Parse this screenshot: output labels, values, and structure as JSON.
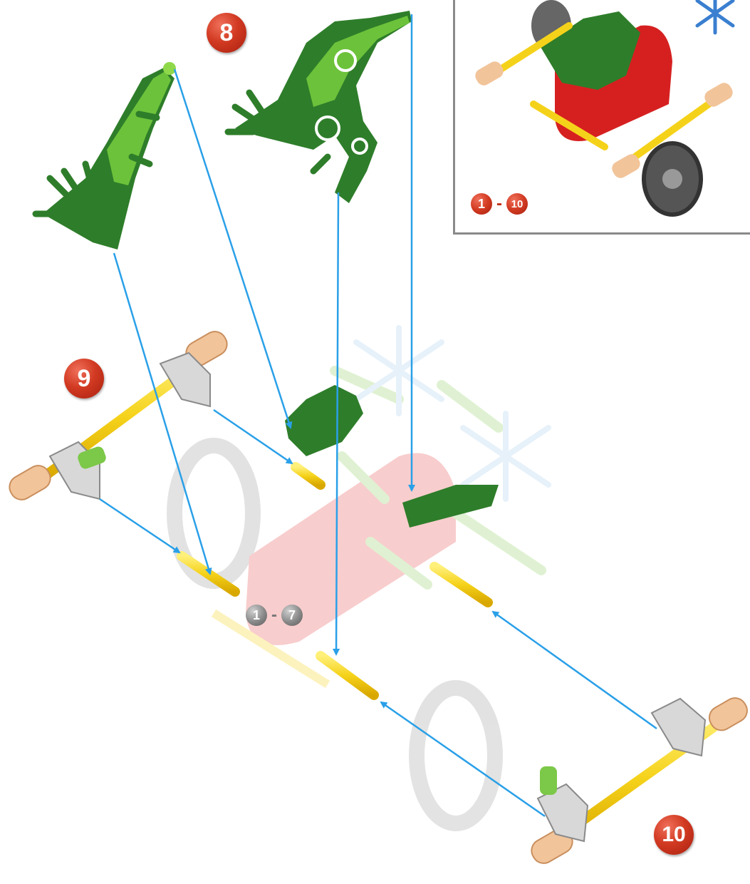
{
  "steps": {
    "step8": "8",
    "step9": "9",
    "step10": "10"
  },
  "inset_range": {
    "from": "1",
    "dash": "-",
    "to": "10"
  },
  "model_range": {
    "from": "1",
    "dash": "-",
    "to": "7"
  },
  "colors": {
    "badge_red": "#d23a22",
    "arrow_blue": "#2aa0e8",
    "green_dark": "#2e7d2a",
    "green_light": "#6cc23a",
    "rod_yellow": "#f5d21a",
    "tan": "#f2c49a",
    "grey_connector": "#c8c8c8"
  }
}
